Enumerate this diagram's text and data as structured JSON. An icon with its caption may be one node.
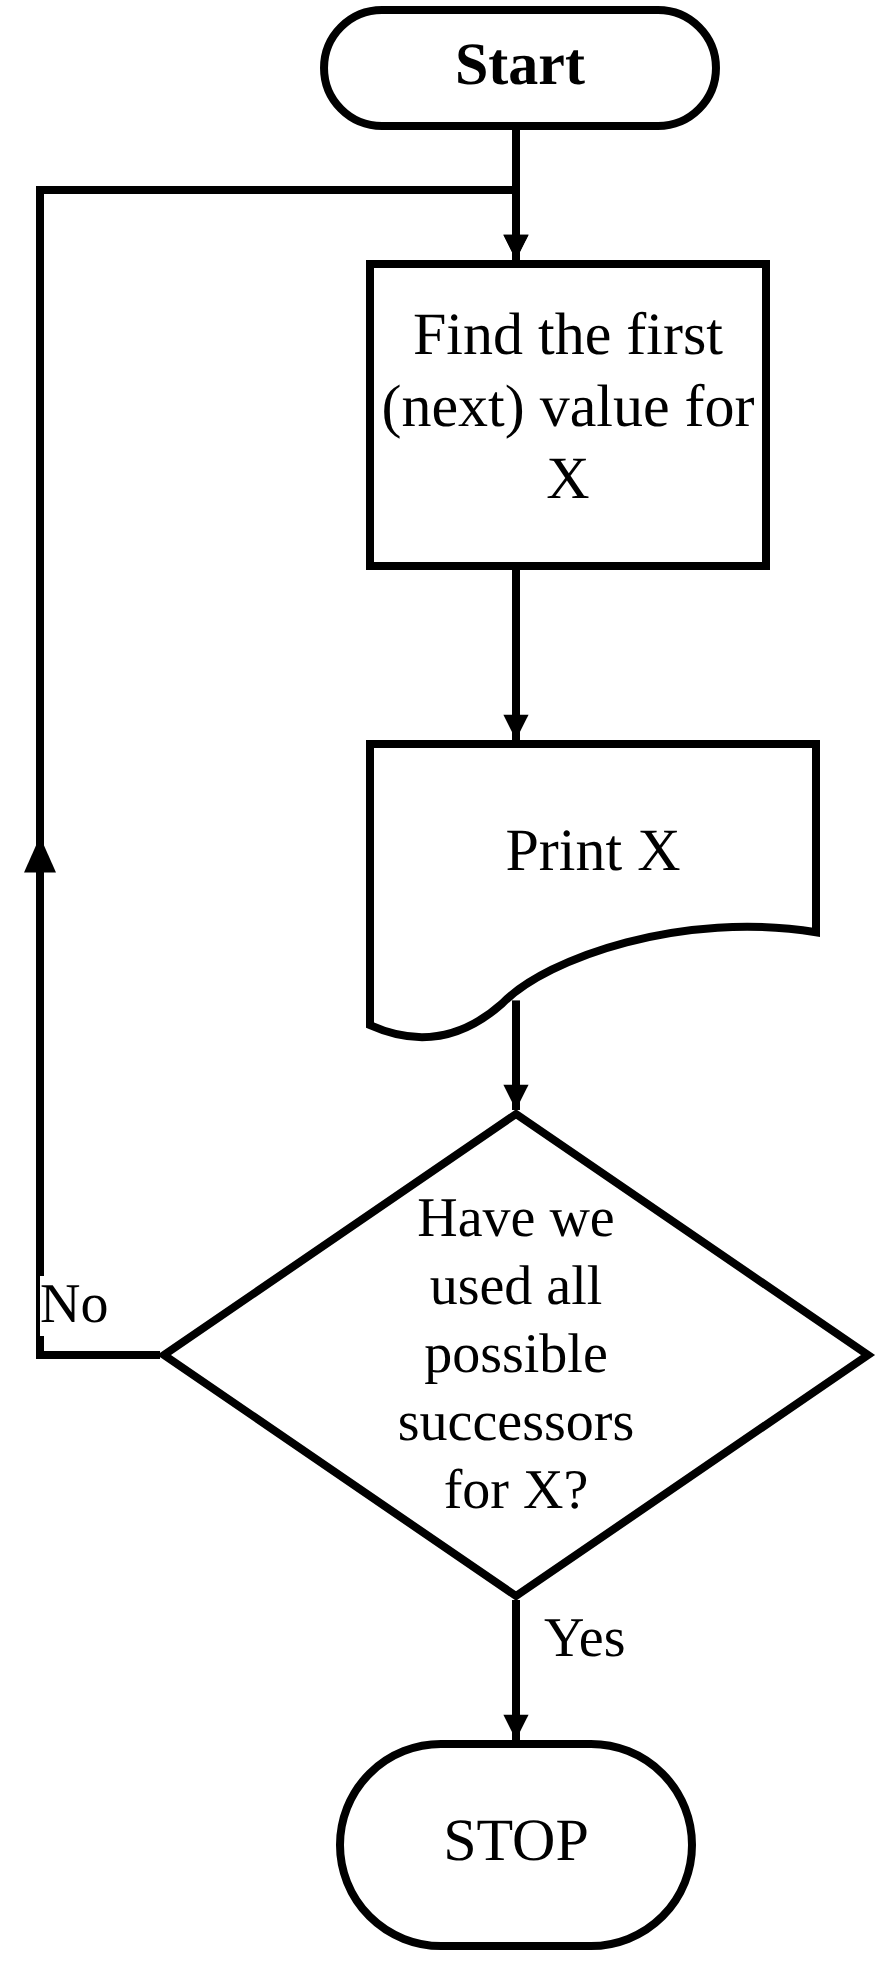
{
  "diagram": {
    "nodes": [
      {
        "text": [
          "Start"
        ]
      },
      {
        "text": [
          "Find the first (next) value for X"
        ]
      },
      {
        "text": [
          "Print X"
        ]
      },
      {
        "text": [
          "Have we used all possible successors for X?"
        ]
      },
      {
        "text": [
          "STOP"
        ]
      }
    ],
    "edges": [
      {
        "from": 0,
        "to": 1,
        "arrow": "to"
      },
      {
        "from": 1,
        "to": 2,
        "arrow": "to"
      },
      {
        "from": 2,
        "to": 3,
        "arrow": "to"
      },
      {
        "from": 3,
        "to": 4,
        "arrow": "to",
        "label": "Yes"
      },
      {
        "from": 3,
        "to": 1,
        "arrow": "to",
        "label": "No"
      }
    ]
  }
}
